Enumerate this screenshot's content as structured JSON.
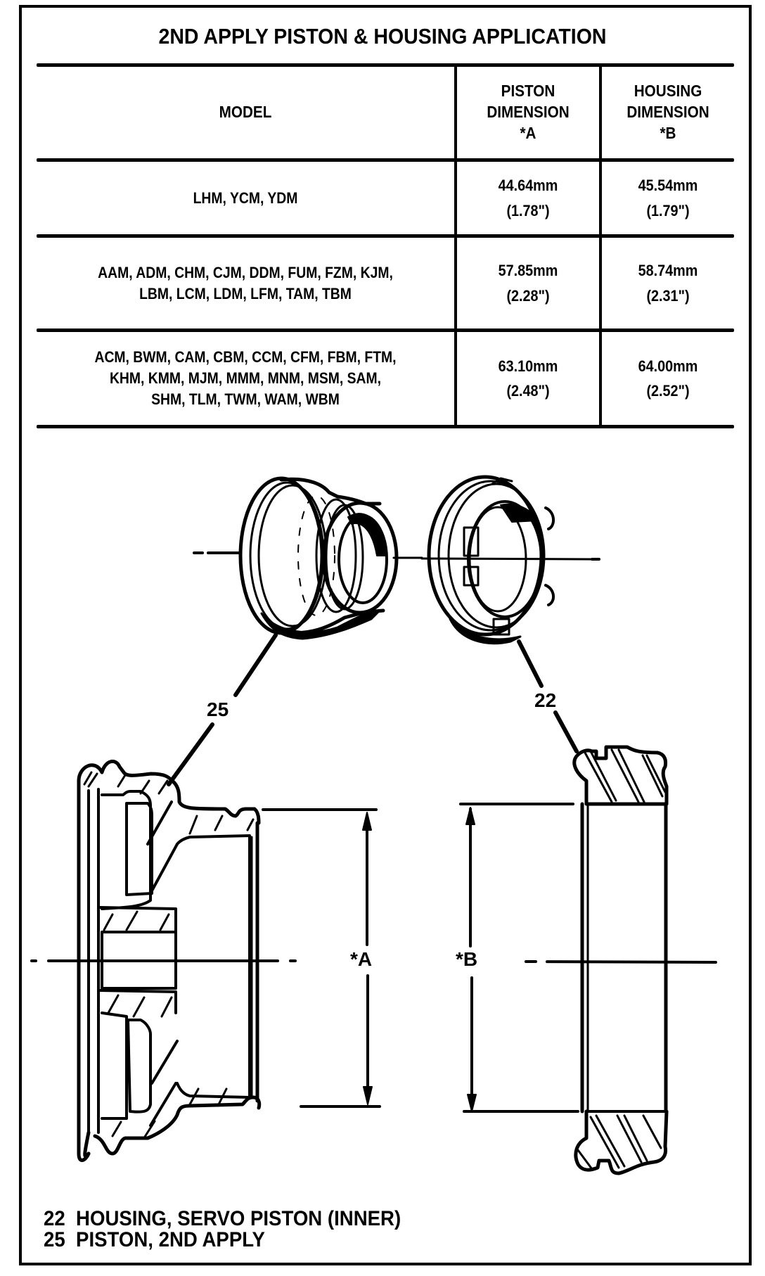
{
  "title": "2ND APPLY PISTON & HOUSING APPLICATION",
  "table": {
    "headers": {
      "model": "MODEL",
      "piston": [
        "PISTON",
        "DIMENSION",
        "*A"
      ],
      "housing": [
        "HOUSING",
        "DIMENSION",
        "*B"
      ]
    },
    "rows": [
      {
        "models": [
          "LHM, YCM, YDM"
        ],
        "piston_mm": "44.64mm",
        "piston_in": "(1.78\")",
        "housing_mm": "45.54mm",
        "housing_in": "(1.79\")"
      },
      {
        "models": [
          "AAM, ADM, CHM, CJM, DDM, FUM, FZM, KJM,",
          "LBM, LCM, LDM, LFM, TAM, TBM"
        ],
        "piston_mm": "57.85mm",
        "piston_in": "(2.28\")",
        "housing_mm": "58.74mm",
        "housing_in": "(2.31\")"
      },
      {
        "models": [
          "ACM, BWM, CAM, CBM, CCM, CFM, FBM, FTM,",
          "KHM, KMM, MJM, MMM, MNM, MSM, SAM,",
          "SHM, TLM, TWM, WAM, WBM"
        ],
        "piston_mm": "63.10mm",
        "piston_in": "(2.48\")",
        "housing_mm": "64.00mm",
        "housing_in": "(2.52\")"
      }
    ]
  },
  "diagram": {
    "callouts": {
      "piston": "25",
      "housing": "22"
    },
    "dimension_labels": {
      "a": "*A",
      "b": "*B"
    }
  },
  "legend": [
    {
      "number": "22",
      "label": "HOUSING, SERVO PISTON (INNER)"
    },
    {
      "number": "25",
      "label": "PISTON, 2ND APPLY"
    }
  ]
}
